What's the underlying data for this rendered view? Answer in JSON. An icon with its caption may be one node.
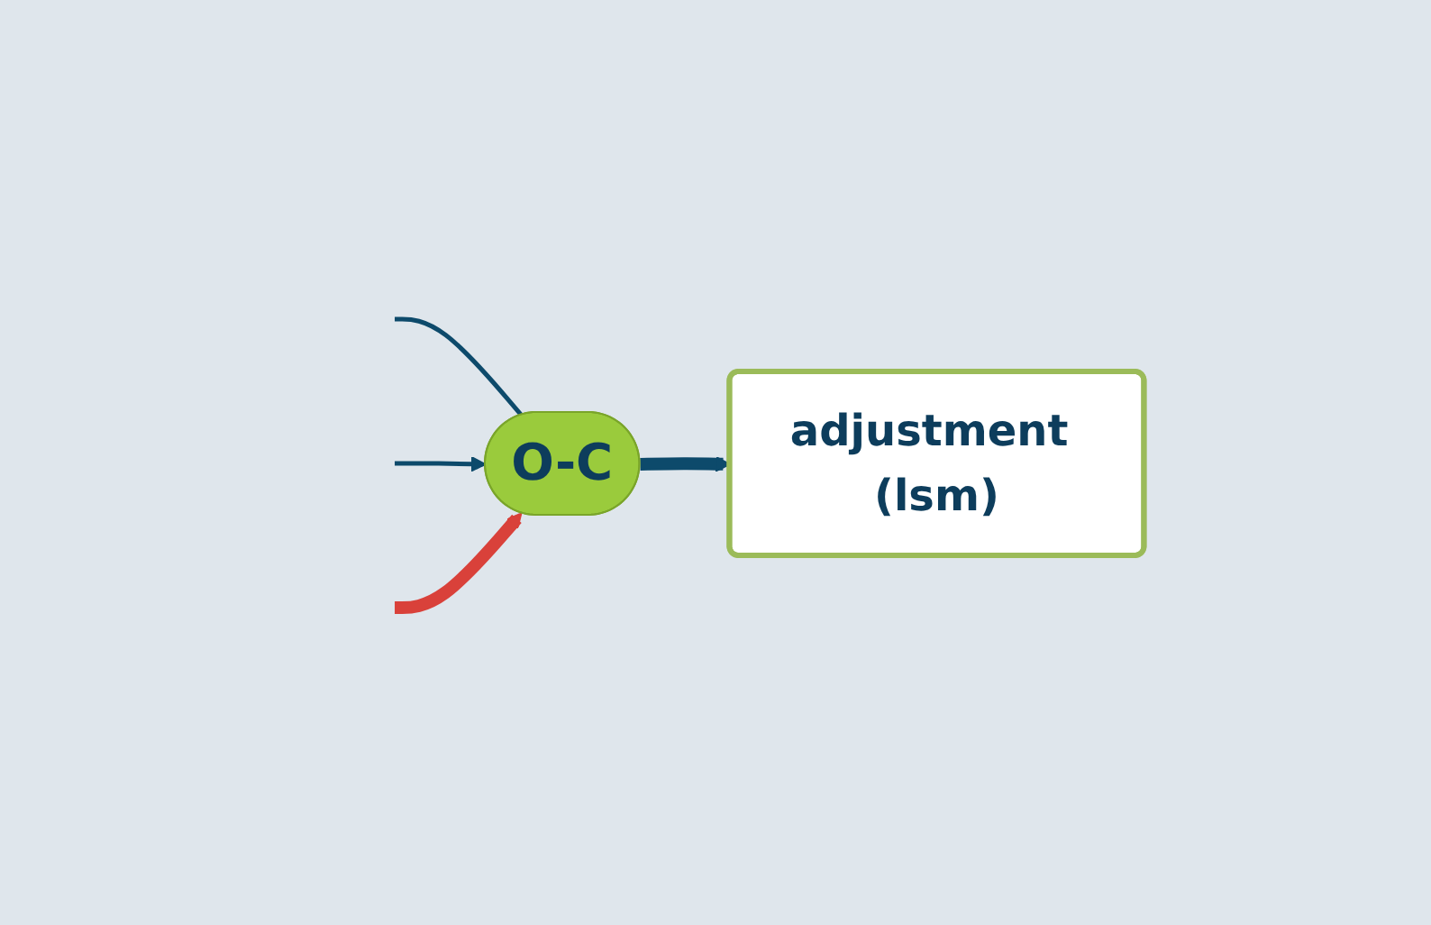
{
  "diagram": {
    "nodes": [
      {
        "text": [
          "O-C"
        ]
      },
      {
        "text": [
          "adjustment (lsm)"
        ]
      }
    ],
    "edges": [
      {
        "from": null,
        "to": 0,
        "arrow": "none"
      },
      {
        "from": null,
        "to": 0,
        "arrow": "to"
      },
      {
        "from": null,
        "to": 0,
        "arrow": "to",
        "style": "thick",
        "color": "#d9413a"
      },
      {
        "from": 0,
        "to": 1,
        "arrow": "to",
        "style": "thick"
      }
    ]
  }
}
